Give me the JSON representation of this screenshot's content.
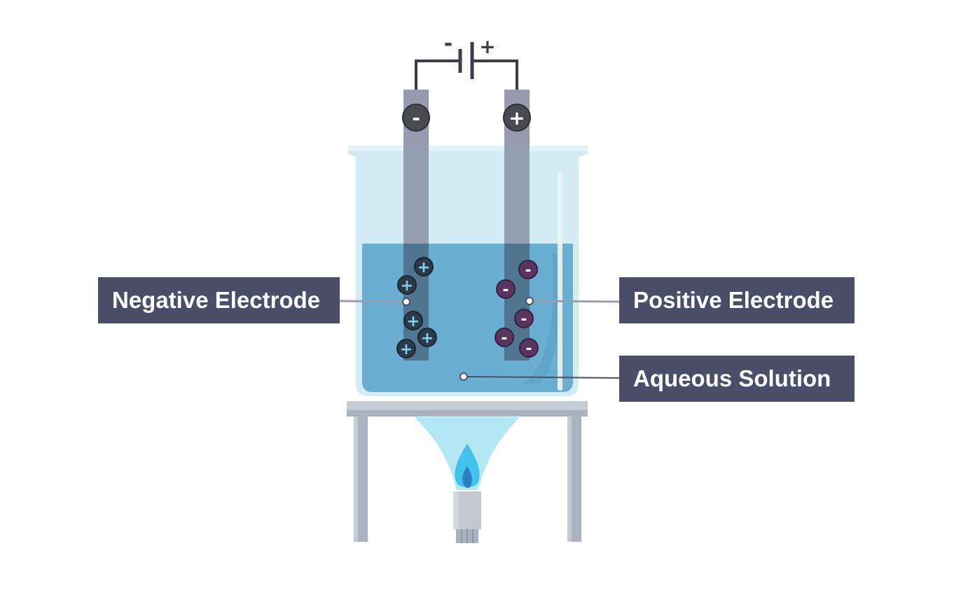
{
  "labels": {
    "negative_electrode": "Negative Electrode",
    "positive_electrode": "Positive Electrode",
    "aqueous_solution": "Aqueous Solution"
  },
  "battery": {
    "negative_sign": "-",
    "positive_sign": "+"
  },
  "terminals": {
    "negative_sign": "-",
    "positive_sign": "+"
  },
  "ions": {
    "cation_sign": "+",
    "anion_sign": "-"
  },
  "colors": {
    "label_bg": "#4b4e69",
    "solution": "#6aaed1",
    "beaker_glass": "#d3ebf3",
    "electrode": "#939fae",
    "cation_fill": "#2b3b4a",
    "cation_sign": "#7fd3ea",
    "anion_fill": "#5a3460",
    "flame_outer": "#41c2ec",
    "flame_inner": "#2f7fc0"
  }
}
